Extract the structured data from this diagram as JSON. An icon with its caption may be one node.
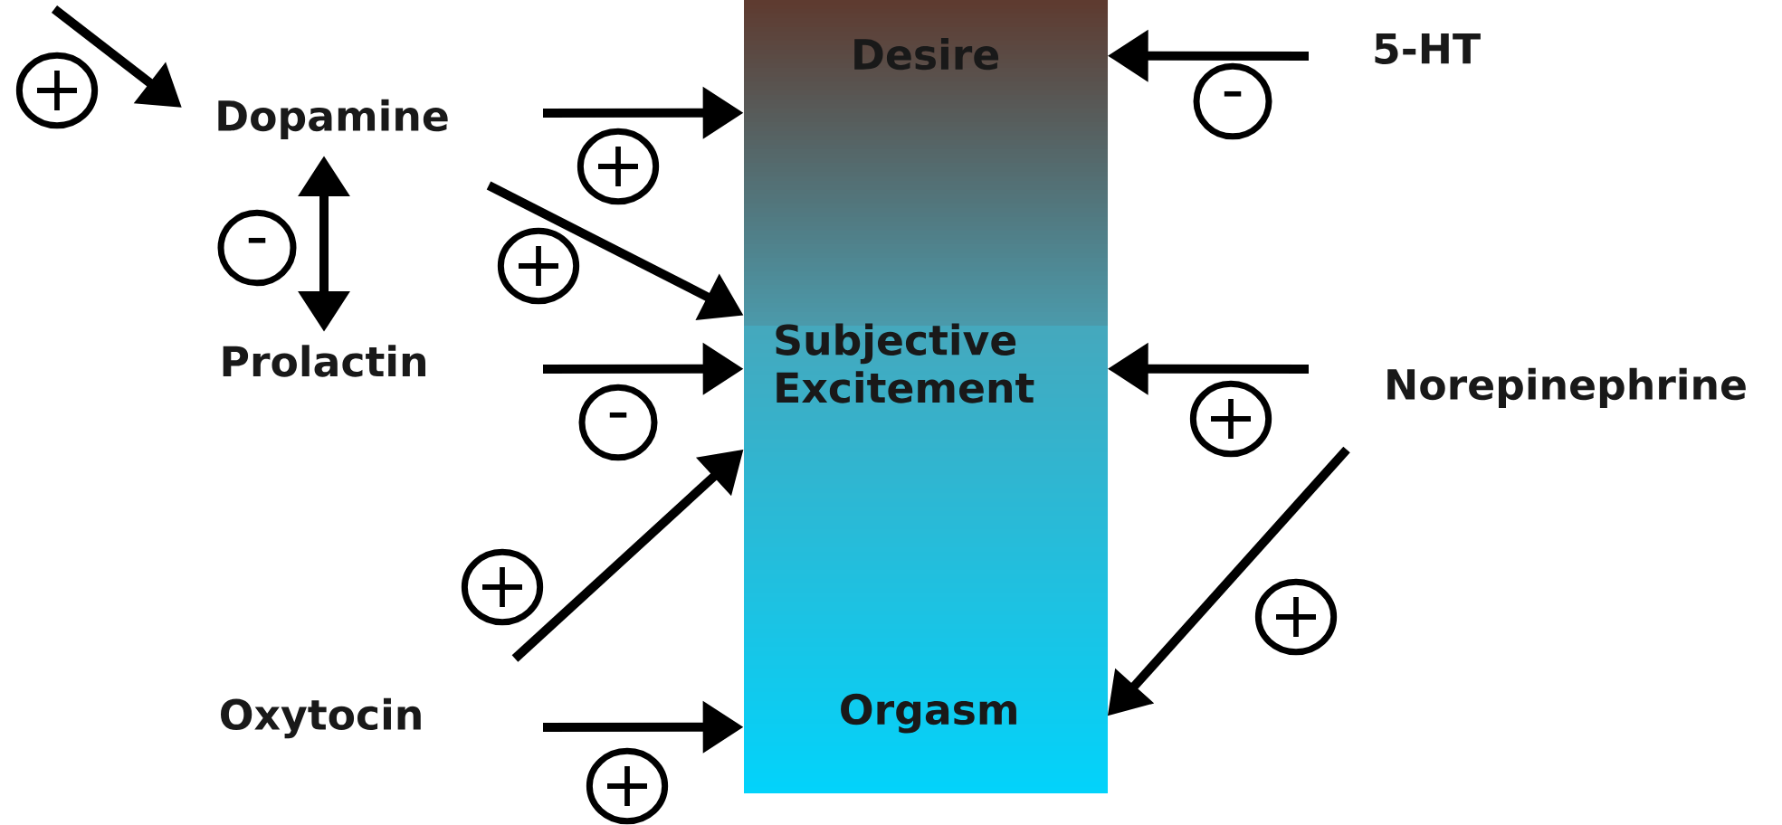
{
  "diagram": {
    "nodes": [
      {
        "text": [
          "Dopamine"
        ]
      },
      {
        "text": [
          "Prolactin"
        ]
      },
      {
        "text": [
          "Oxytocin"
        ]
      },
      {
        "text": [
          "5-HT"
        ]
      },
      {
        "text": [
          "Norepinephrine"
        ]
      },
      {
        "text": [],
        "shape": "bar"
      },
      {
        "text": [
          "Desire"
        ],
        "in": 5
      },
      {
        "text": [
          "Subjective Excitement"
        ],
        "in": 5
      },
      {
        "text": [
          "Orgasm"
        ],
        "in": 5
      }
    ],
    "edges": [
      {
        "from": null,
        "to": 0,
        "arrow": "to",
        "label": "+"
      },
      {
        "from": 0,
        "to": 1,
        "arrow": "both",
        "label": "-"
      },
      {
        "from": 0,
        "to": 6,
        "arrow": "to",
        "label": "+"
      },
      {
        "from": 0,
        "to": 7,
        "arrow": "to",
        "label": "+"
      },
      {
        "from": 1,
        "to": 7,
        "arrow": "to",
        "label": "-"
      },
      {
        "from": 2,
        "to": 7,
        "arrow": "to",
        "label": "+"
      },
      {
        "from": 2,
        "to": 8,
        "arrow": "to",
        "label": "+"
      },
      {
        "from": 3,
        "to": 6,
        "arrow": "to",
        "label": "-"
      },
      {
        "from": 4,
        "to": 7,
        "arrow": "to",
        "label": "+"
      },
      {
        "from": 4,
        "to": 8,
        "arrow": "to",
        "label": "+"
      }
    ]
  }
}
